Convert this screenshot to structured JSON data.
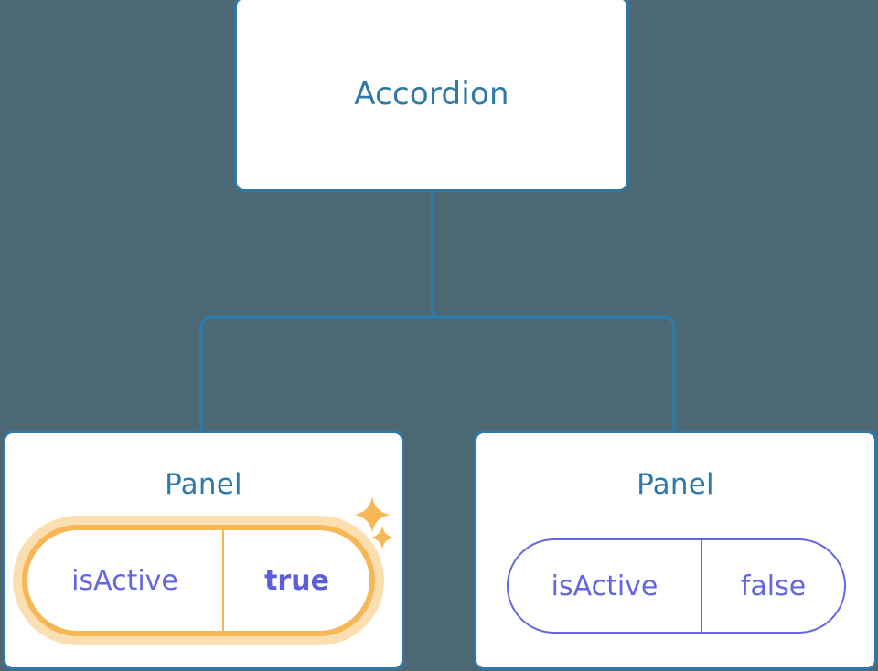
{
  "diagram": {
    "type": "component-tree",
    "background_color": "#4b6874",
    "node_border_color": "#2e79a8",
    "node_text_color": "#2e79a8",
    "connector_color": "#2e79a8",
    "highlight_color": "#f8b756",
    "highlight_glow_color": "#fbdfb0",
    "prop_color": "#6366e0",
    "root": {
      "label": "Accordion"
    },
    "children": [
      {
        "label": "Panel",
        "highlighted": true,
        "prop": {
          "key": "isActive",
          "value": "true"
        },
        "sparkles": [
          "sparkle-large-icon",
          "sparkle-small-icon"
        ]
      },
      {
        "label": "Panel",
        "highlighted": false,
        "prop": {
          "key": "isActive",
          "value": "false"
        }
      }
    ]
  }
}
